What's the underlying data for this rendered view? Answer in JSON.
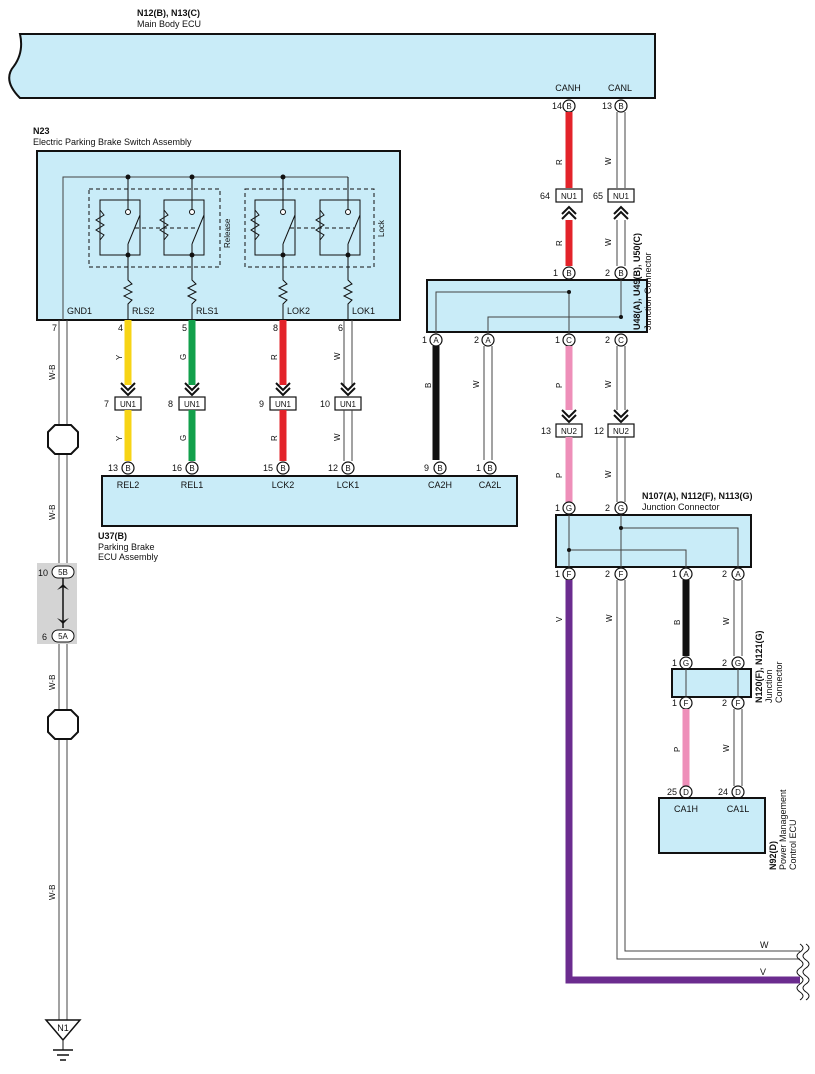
{
  "main_body_ecu": {
    "code": "N12(B), N13(C)",
    "name": "Main Body ECU",
    "canh": "CANH",
    "canl": "CANL",
    "pin_canh": "14",
    "pin_canl": "13",
    "conn": "B"
  },
  "switch_assy": {
    "code": "N23",
    "name": "Electric Parking Brake Switch Assembly",
    "terms": [
      "GND1",
      "RLS2",
      "RLS1",
      "LOK2",
      "LOK1"
    ],
    "pins": [
      "7",
      "4",
      "5",
      "8",
      "6"
    ],
    "release": "Release",
    "lock": "Lock"
  },
  "parking_ecu": {
    "code": "U37(B)",
    "name1": "Parking Brake",
    "name2": "ECU Assembly",
    "terms": [
      "REL2",
      "REL1",
      "LCK2",
      "LCK1",
      "CA2H",
      "CA2L"
    ],
    "pins": [
      "13",
      "16",
      "15",
      "12",
      "9",
      "1"
    ],
    "conn": "B"
  },
  "jc1": {
    "code": "U48(A), U49(B), U50(C)",
    "name": "Junction Connector",
    "top_pins": [
      "1",
      "2"
    ],
    "top_conn": "B",
    "bot_pins": [
      "1",
      "2",
      "1",
      "2"
    ],
    "bot_conns": [
      "A",
      "A",
      "C",
      "C"
    ]
  },
  "jc2": {
    "code": "N107(A), N112(F), N113(G)",
    "name": "Junction Connector",
    "top_pins": [
      "1",
      "2"
    ],
    "top_conn": "G",
    "bot_pins": [
      "1",
      "2",
      "1",
      "2"
    ],
    "bot_conns": [
      "F",
      "F",
      "A",
      "A"
    ]
  },
  "jc3": {
    "code": "N120(F), N121(G)",
    "name1": "Junction",
    "name2": "Connector",
    "top_pins": [
      "1",
      "2"
    ],
    "top_conn": "G",
    "bot_pins": [
      "1",
      "2"
    ],
    "bot_conn": "F"
  },
  "pm_ecu": {
    "code": "N92(D)",
    "name1": "Power Management",
    "name2": "Control ECU",
    "terms": [
      "CA1H",
      "CA1L"
    ],
    "pins": [
      "25",
      "24"
    ],
    "conn": "D"
  },
  "connectors": {
    "nu1": "NU1",
    "nu1_pins": [
      "64",
      "65"
    ],
    "nu2": "NU2",
    "nu2_pins": [
      "13",
      "12"
    ],
    "un1": "UN1",
    "un1_pins": [
      "7",
      "8",
      "9",
      "10"
    ],
    "j5b": "5B",
    "j5b_pin": "10",
    "j5a": "5A",
    "j5a_pin": "6",
    "ground": "N1"
  },
  "wire_colors": {
    "R": "R",
    "W": "W",
    "Y": "Y",
    "G": "G",
    "B": "B",
    "P": "P",
    "V": "V",
    "WB": "W-B"
  },
  "colors": {
    "red": "#e3232a",
    "yellow": "#f7d416",
    "green": "#12a04b",
    "black": "#111111",
    "pink": "#ee8fb9",
    "purple": "#6b2c8f",
    "ecu_fill": "#c9ecf8",
    "splice_bg": "#d4d4d4"
  }
}
